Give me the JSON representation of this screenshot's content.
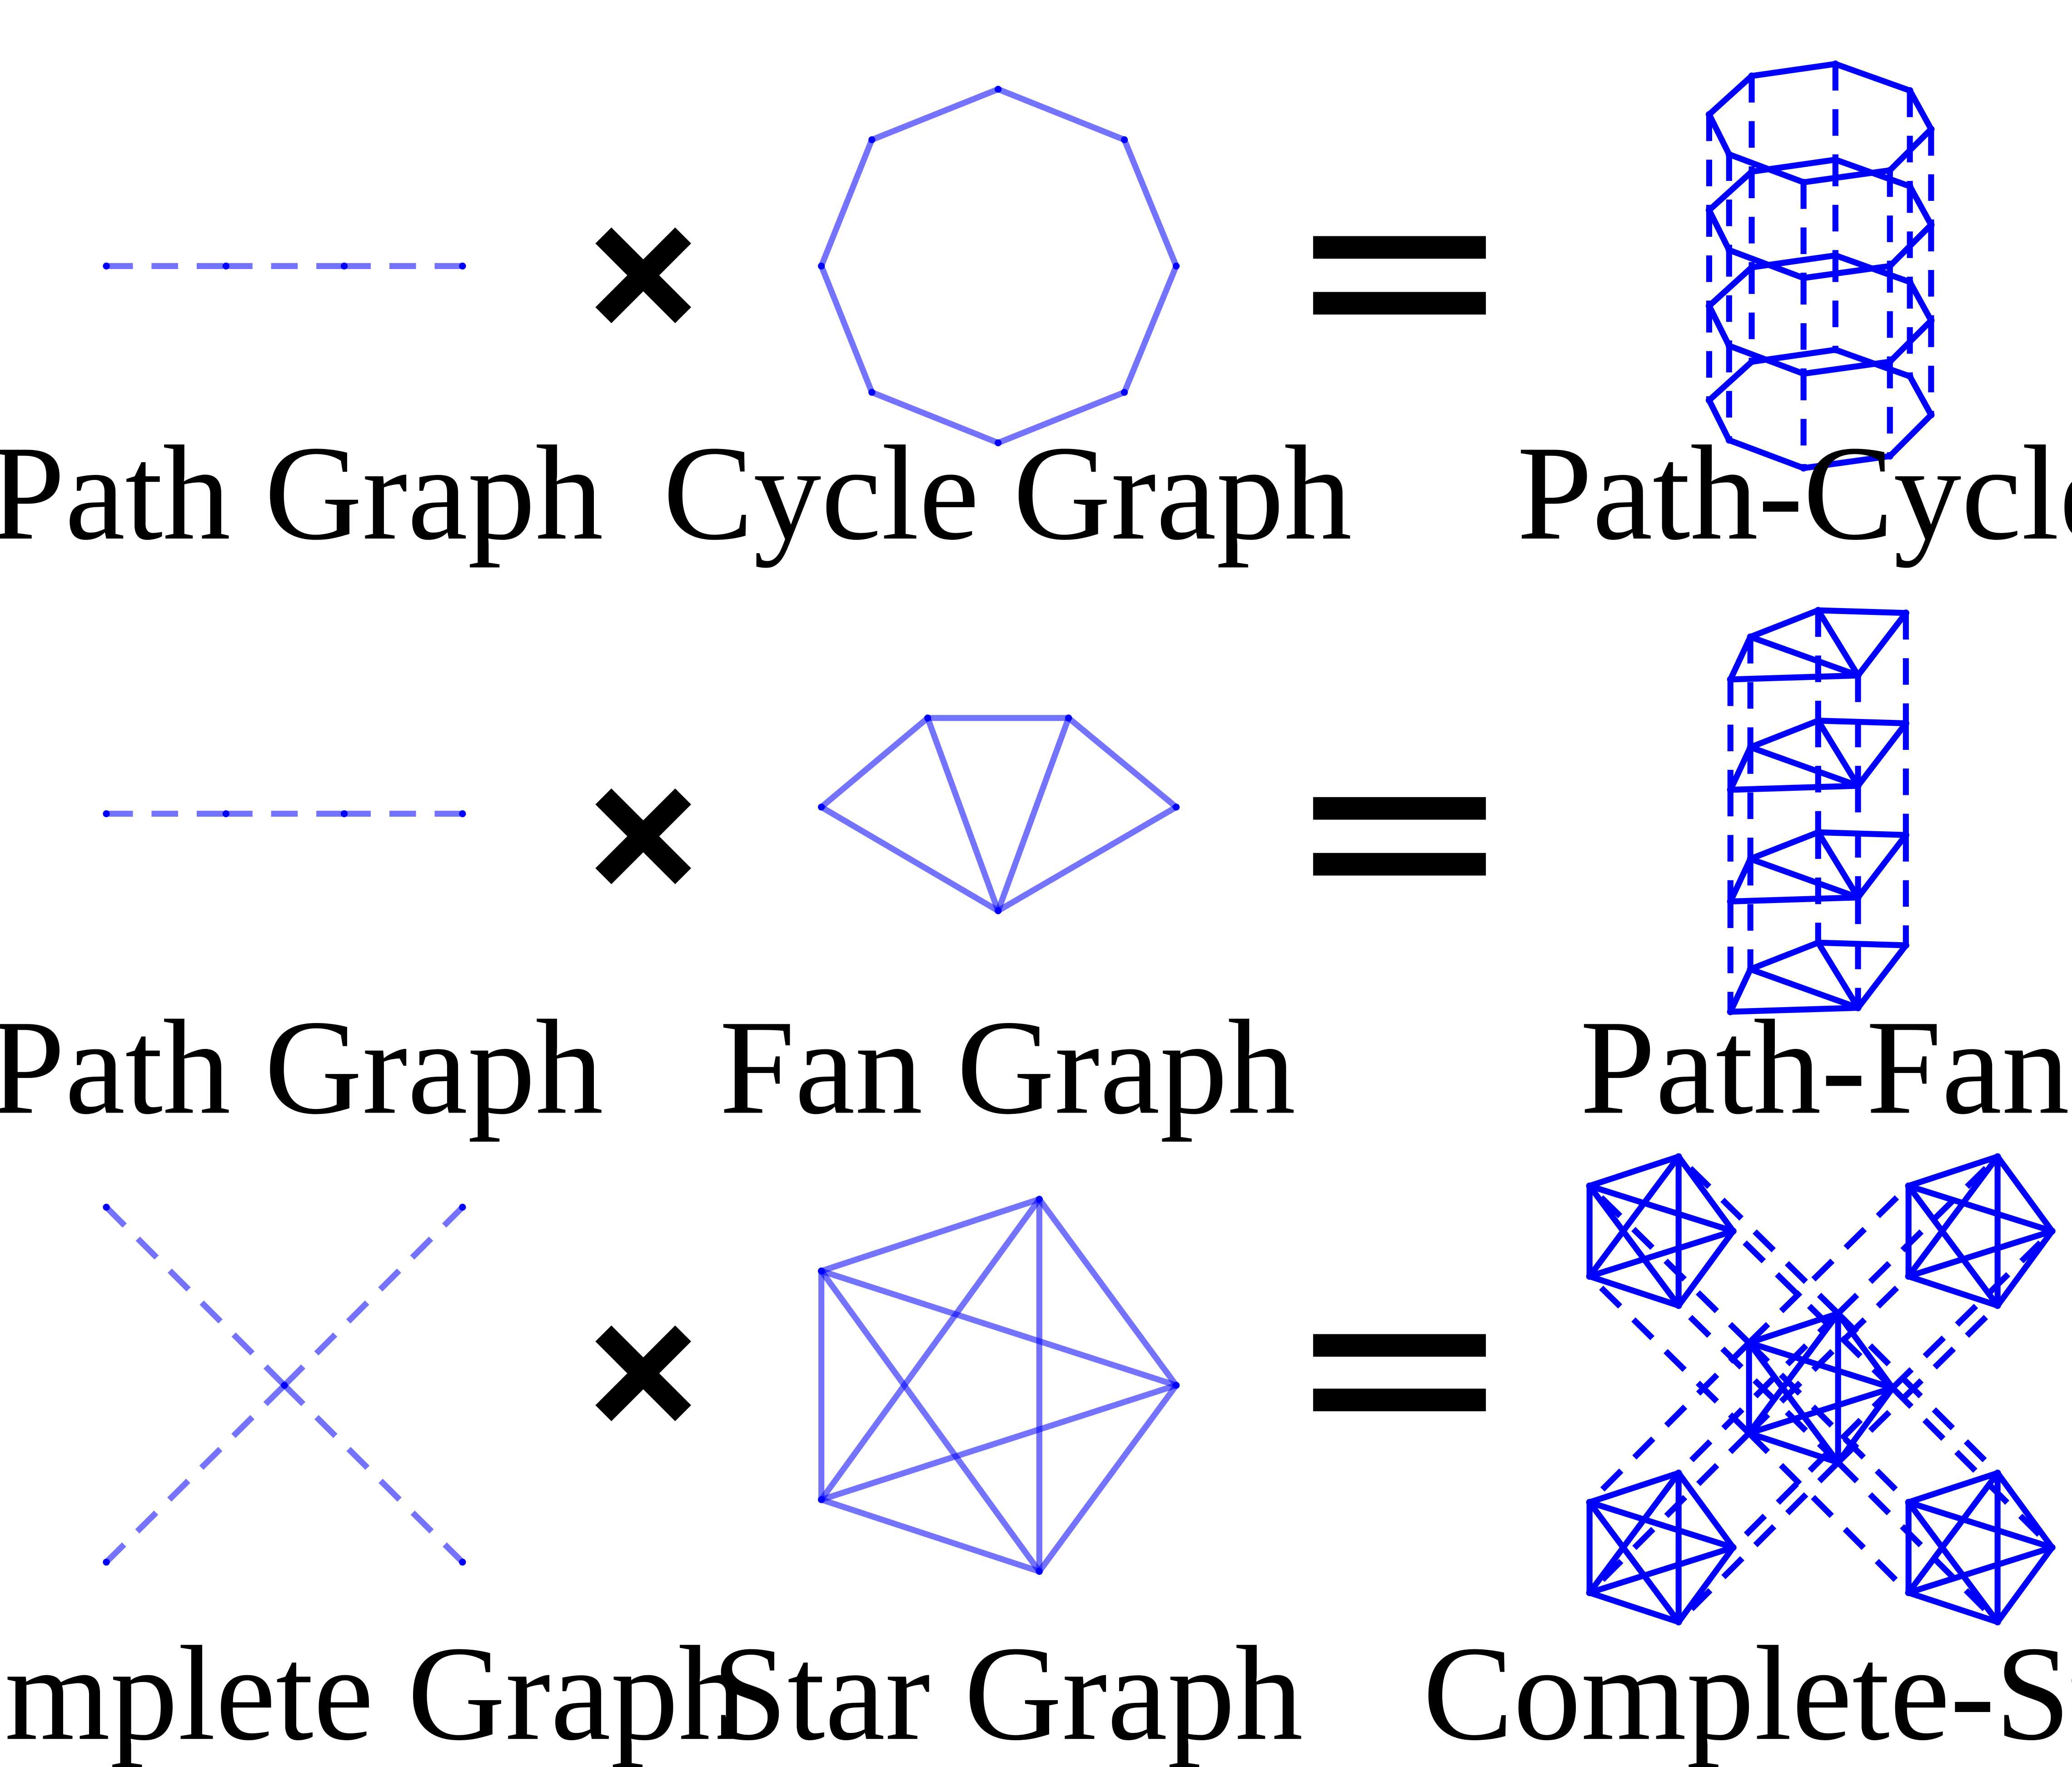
{
  "colors": {
    "graph": "#0000ff",
    "operator": "#000000",
    "background": "#ffffff"
  },
  "rows": [
    {
      "factor_a": "Path Graph",
      "factor_b": "Cycle Graph",
      "product": "Path-Cycle"
    },
    {
      "factor_a": "Path Graph",
      "factor_b": "Fan Graph",
      "product": "Path-Fan"
    },
    {
      "factor_a": "Complete Graph",
      "factor_b": "Star Graph",
      "product": "Complete-Star"
    }
  ],
  "operators": {
    "times": "times-symbol",
    "equals": "equals-symbol"
  }
}
